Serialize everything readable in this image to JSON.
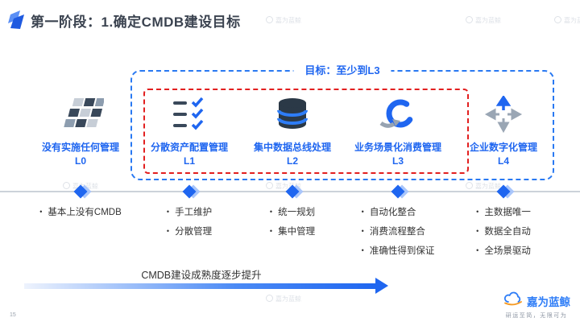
{
  "header": {
    "title": "第一阶段：1.确定CMDB建设目标"
  },
  "goal_badge": "目标：至少到L3",
  "levels": [
    {
      "name": "没有实施任何管理",
      "code": "L0",
      "icon": "grid-icon",
      "bullets": [
        "基本上没有CMDB"
      ]
    },
    {
      "name": "分散资产配置管理",
      "code": "L1",
      "icon": "checklist-icon",
      "bullets": [
        "手工维护",
        "分散管理"
      ]
    },
    {
      "name": "集中数据总线处理",
      "code": "L2",
      "icon": "database-icon",
      "bullets": [
        "统一规划",
        "集中管理"
      ]
    },
    {
      "name": "业务场景化消费管理",
      "code": "L3",
      "icon": "sync-arrow-icon",
      "bullets": [
        "自动化整合",
        "消费流程整合",
        "准确性得到保证"
      ]
    },
    {
      "name": "企业数字化管理",
      "code": "L4",
      "icon": "expand-arrows-icon",
      "bullets": [
        "主数据唯一",
        "数据全自动",
        "全场景驱动"
      ]
    }
  ],
  "arrow_label": "CMDB建设成熟度逐步提升",
  "footer": {
    "page_number": "15",
    "brand": "嘉为蓝鲸",
    "tagline": "研运至简，无限可为"
  },
  "watermark": "嘉为蓝鲸",
  "colors": {
    "accent_blue": "#1F66F0",
    "goal_red": "#E21F1F",
    "dark_icon": "#39485A",
    "timeline_gray": "#CCD2DA",
    "brand_orange": "#F59A23"
  }
}
